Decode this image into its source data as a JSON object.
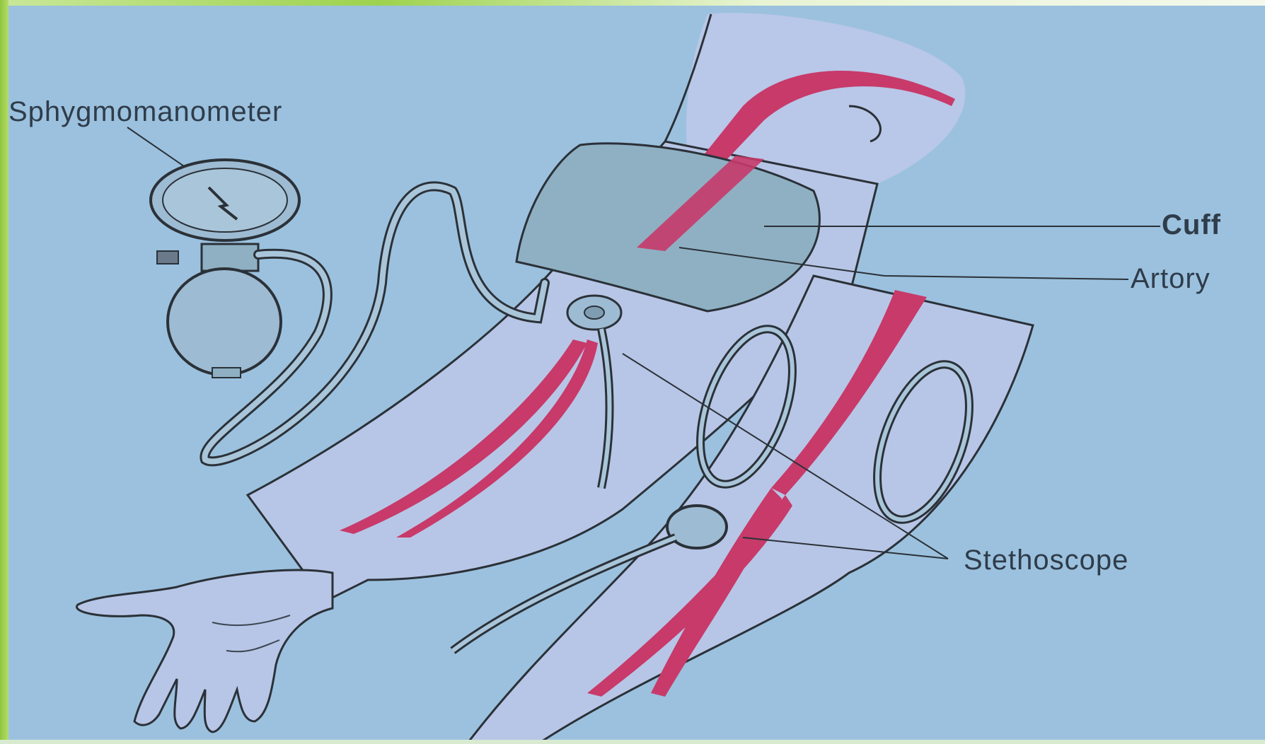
{
  "labels": {
    "sphygmomanometer": "Sphygmomanometer",
    "cuff": "Cuff",
    "artery": "Artory",
    "stethoscope": "Stethoscope"
  },
  "colors": {
    "background": "#9bc1de",
    "skin": "#b7c6e6",
    "artery": "#c73a6a",
    "outline": "#2b3138",
    "cuff": "#8fb0c3",
    "frame_green": "#8ec63f"
  }
}
